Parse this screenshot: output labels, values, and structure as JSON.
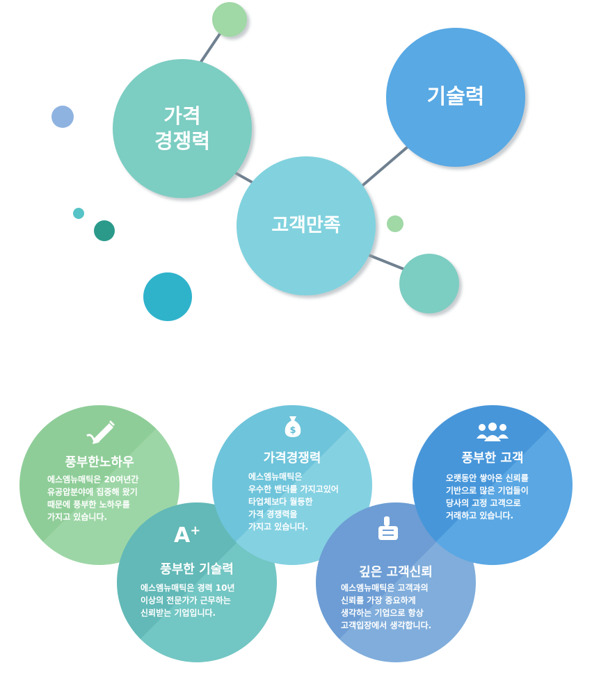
{
  "colors": {
    "price_bubble": "#7ccdc2",
    "tech_bubble": "#58a9e4",
    "satisfaction_bubble": "#81d2de",
    "green_light": "#a0d8a6",
    "teal_dark": "#2b9a8b",
    "teal_mid": "#2fb3cb",
    "blue_small": "#8fb3e0",
    "card_green": "#8fcd98",
    "card_teal": "#6fc3c1",
    "card_sky": "#80cfe0",
    "card_blue_dark": "#4c9fdf",
    "card_blue_mid": "#7ba6d8"
  },
  "top_diagram": {
    "price_competitiveness": "가격\n경쟁력",
    "technology": "기술력",
    "customer_satisfaction": "고객만족"
  },
  "cards": {
    "know_how": {
      "title": "풍부한노하우",
      "body": "에스엠뉴매틱은 20여년간\n유공압분야에 집중해 왔기\n때문에 풍부한 노하우를\n가지고 있습니다.",
      "icon": "pen-writing-icon"
    },
    "technology": {
      "title": "풍부한 기술력",
      "body": "에스엠뉴매틱은 경력 10년\n이상의 전문가가 근무하는\n신뢰받는 기업입니다.",
      "icon_text": "A+",
      "icon": "a-plus-icon"
    },
    "price": {
      "title": "가격경쟁력",
      "body": "에스엠뉴매틱은\n우수한 밴더를 가지고있어\n타업체보다 월등한\n가격 경쟁력을\n가지고 있습니다.",
      "icon": "money-bag-icon"
    },
    "trust": {
      "title": "깊은 고객신뢰",
      "body": "에스엠뉴매틱은 고객과의\n신뢰를 가장 중요하게\n생각하는 기업으로 항상\n고객입장에서 생각합니다.",
      "icon": "thumbs-up-icon"
    },
    "customers": {
      "title": "풍부한 고객",
      "body": "오랫동안 쌓아온 신뢰를\n기반으로 많은 기업들이\n당사의 고정 고객으로\n거래하고 있습니다.",
      "icon": "people-group-icon"
    }
  }
}
